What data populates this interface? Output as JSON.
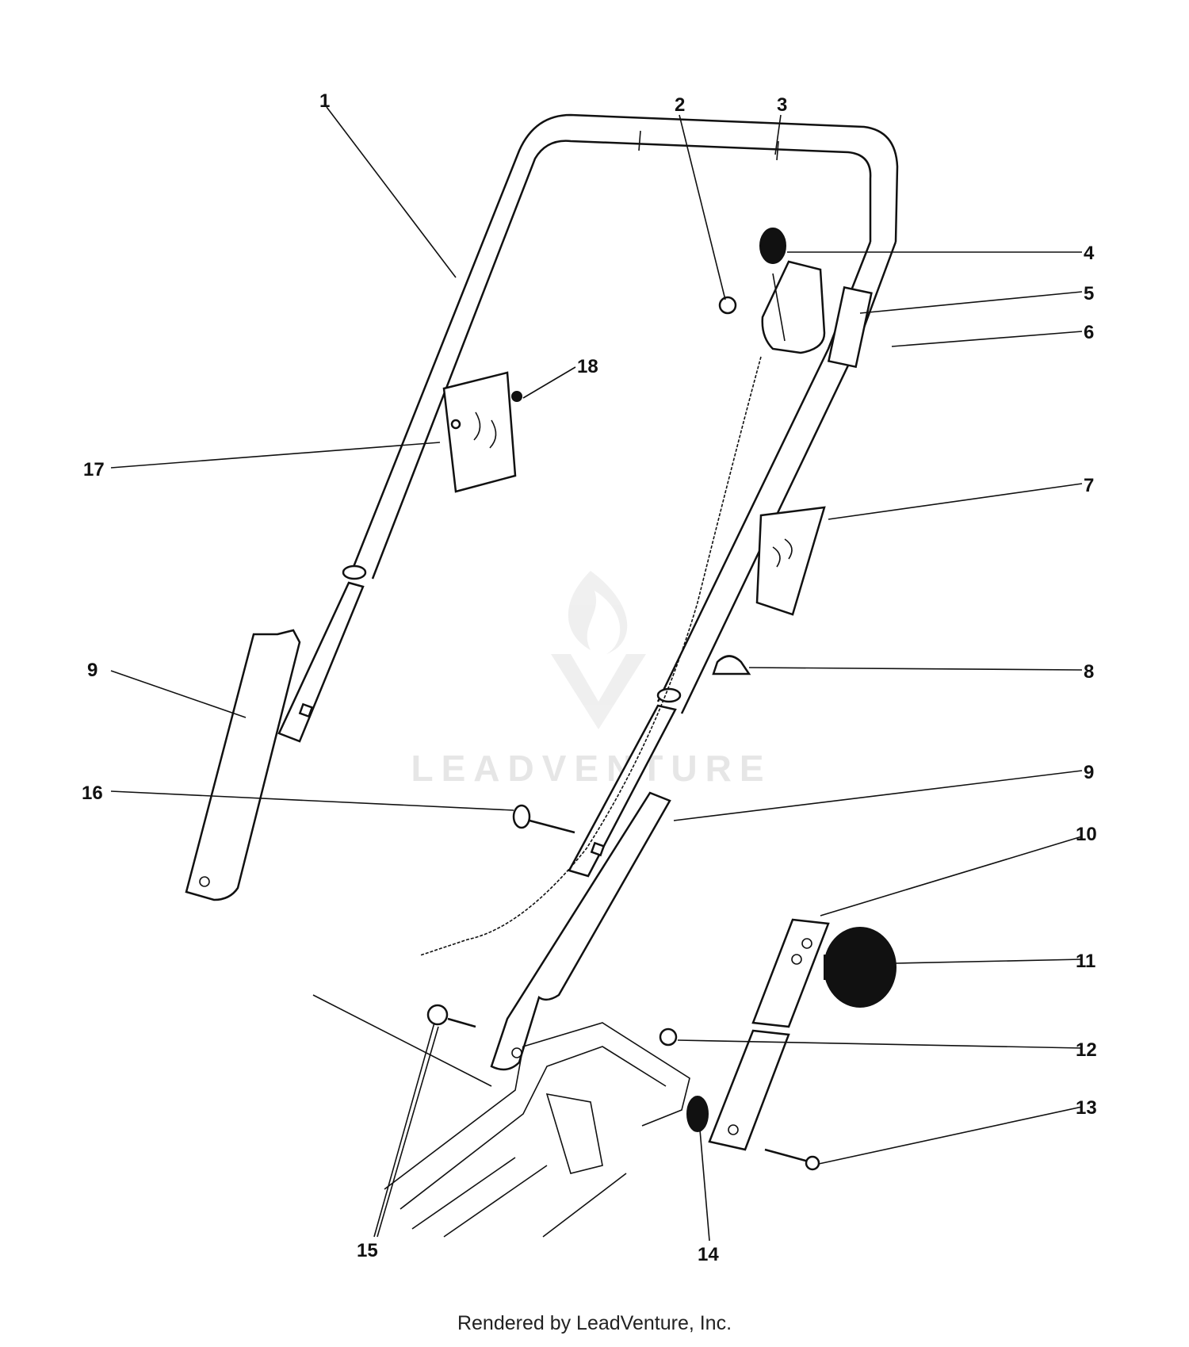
{
  "diagram": {
    "callouts": [
      "1",
      "2",
      "3",
      "4",
      "5",
      "6",
      "7",
      "8",
      "9",
      "9",
      "10",
      "11",
      "12",
      "13",
      "14",
      "15",
      "16",
      "17",
      "18"
    ]
  },
  "watermark": {
    "text": "LEADVENTURE"
  },
  "footer": {
    "text": "Rendered by LeadVenture, Inc."
  }
}
